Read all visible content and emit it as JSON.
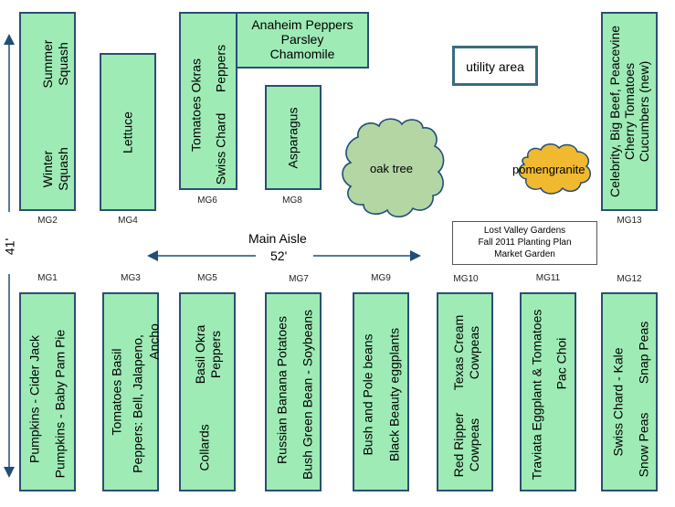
{
  "title_box": {
    "line1": "Lost Valley Gardens",
    "line2": "Fall 2011 Planting Plan",
    "line3": "Market Garden"
  },
  "dimensions": {
    "vertical": "41'",
    "aisle_label": "Main Aisle",
    "aisle_length": "52'"
  },
  "features": {
    "utility_area": "utility area",
    "oak_tree": "oak tree",
    "pomegranate": "pomengranite"
  },
  "colors": {
    "bed_fill": "#9eebb6",
    "bed_border": "#2a4f73",
    "oak_fill": "#b3d6a3",
    "pomegranate_fill": "#f0b92f",
    "arrow": "#1f4e79"
  },
  "beds": {
    "MG1": {
      "id": "MG1",
      "lines": [
        "Pumpkins - Cider Jack",
        "Pumpkins - Baby Pam Pie"
      ]
    },
    "MG2": {
      "id": "MG2",
      "lines": [
        "Summer",
        "Squash",
        "Winter",
        "Squash"
      ]
    },
    "MG3": {
      "id": "MG3",
      "lines": [
        "Tomatoes   Basil",
        "Peppers: Bell, Jalapeno,",
        "Ancho"
      ]
    },
    "MG4": {
      "id": "MG4",
      "lines": [
        "Lettuce"
      ]
    },
    "MG5": {
      "id": "MG5",
      "lines": [
        "Basil  Okra",
        "Peppers",
        "Collards"
      ]
    },
    "MG6": {
      "id": "MG6",
      "lines": [
        "Tomatoes  Okras",
        "Swiss Chard",
        "Peppers"
      ]
    },
    "MG6_annex": {
      "lines": [
        "Anaheim Peppers",
        "Parsley",
        "Chamomile"
      ]
    },
    "MG7": {
      "id": "MG7",
      "lines": [
        "Russian Banana Potatoes",
        "Bush Green Bean - Soybeans"
      ]
    },
    "MG8": {
      "id": "MG8",
      "lines": [
        "Asparagus"
      ]
    },
    "MG9": {
      "id": "MG9",
      "lines": [
        "Bush and Pole beans",
        "Black Beauty eggplants"
      ]
    },
    "MG10": {
      "id": "MG10",
      "lines": [
        "Texas Cream",
        "Cowpeas",
        "Red Ripper",
        "Cowpeas"
      ]
    },
    "MG11": {
      "id": "MG11",
      "lines": [
        "Traviata Eggplant & Tomatoes",
        "Pac Choi"
      ]
    },
    "MG12": {
      "id": "MG12",
      "lines": [
        "Swiss Chard - Kale",
        "Snap Peas",
        "Snow Peas"
      ]
    },
    "MG13": {
      "id": "MG13",
      "lines": [
        "Celebrity, Big Beef, Peacevine",
        "Cherry Tomatoes",
        "Cucumbers (new)"
      ]
    }
  }
}
